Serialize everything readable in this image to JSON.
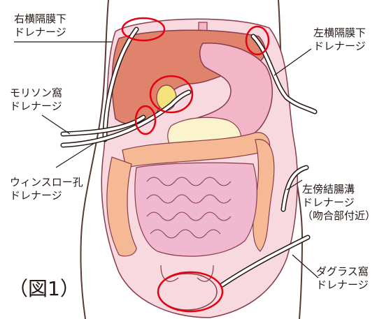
{
  "labels": {
    "right_subphrenic": {
      "line1": "右横隔膜下",
      "line2": "ドレナージ"
    },
    "left_subphrenic": {
      "line1": "左横隔膜下",
      "line2": "ドレナージ"
    },
    "morison": {
      "line1": "モリソン窩",
      "line2": "ドレナージ"
    },
    "winslow": {
      "line1": "ウィンスロー孔",
      "line2": "ドレナージ"
    },
    "left_paracolic": {
      "line1": "左傍結腸溝",
      "line2": "ドレナージ",
      "line3": "（吻合部付近）"
    },
    "douglas": {
      "line1": "ダグラス窩",
      "line2": "ドレナージ"
    }
  },
  "figure_label": "（図1）",
  "colors": {
    "skin_outline": "#5a3a32",
    "peritoneum": "#f7d9df",
    "liver": "#e0836d",
    "stomach": "#f2b6c8",
    "pancreas": "#fbf3cc",
    "gallbladder": "#f4e27a",
    "small_intestine": "#f0b9cf",
    "colon": "#f5b995",
    "highlight_circle": "#e60012",
    "drain_tube": "#231815"
  }
}
